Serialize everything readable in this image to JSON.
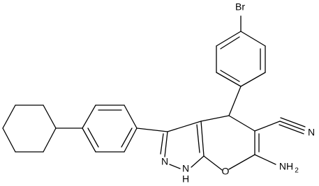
{
  "molecule": {
    "atoms": {
      "br": "Br",
      "nitrile_n": "N",
      "pyrazole_n": "N",
      "nh": "N",
      "h": "H",
      "ring_o": "O",
      "amine_n": "NH",
      "amine_sub": "2"
    }
  }
}
